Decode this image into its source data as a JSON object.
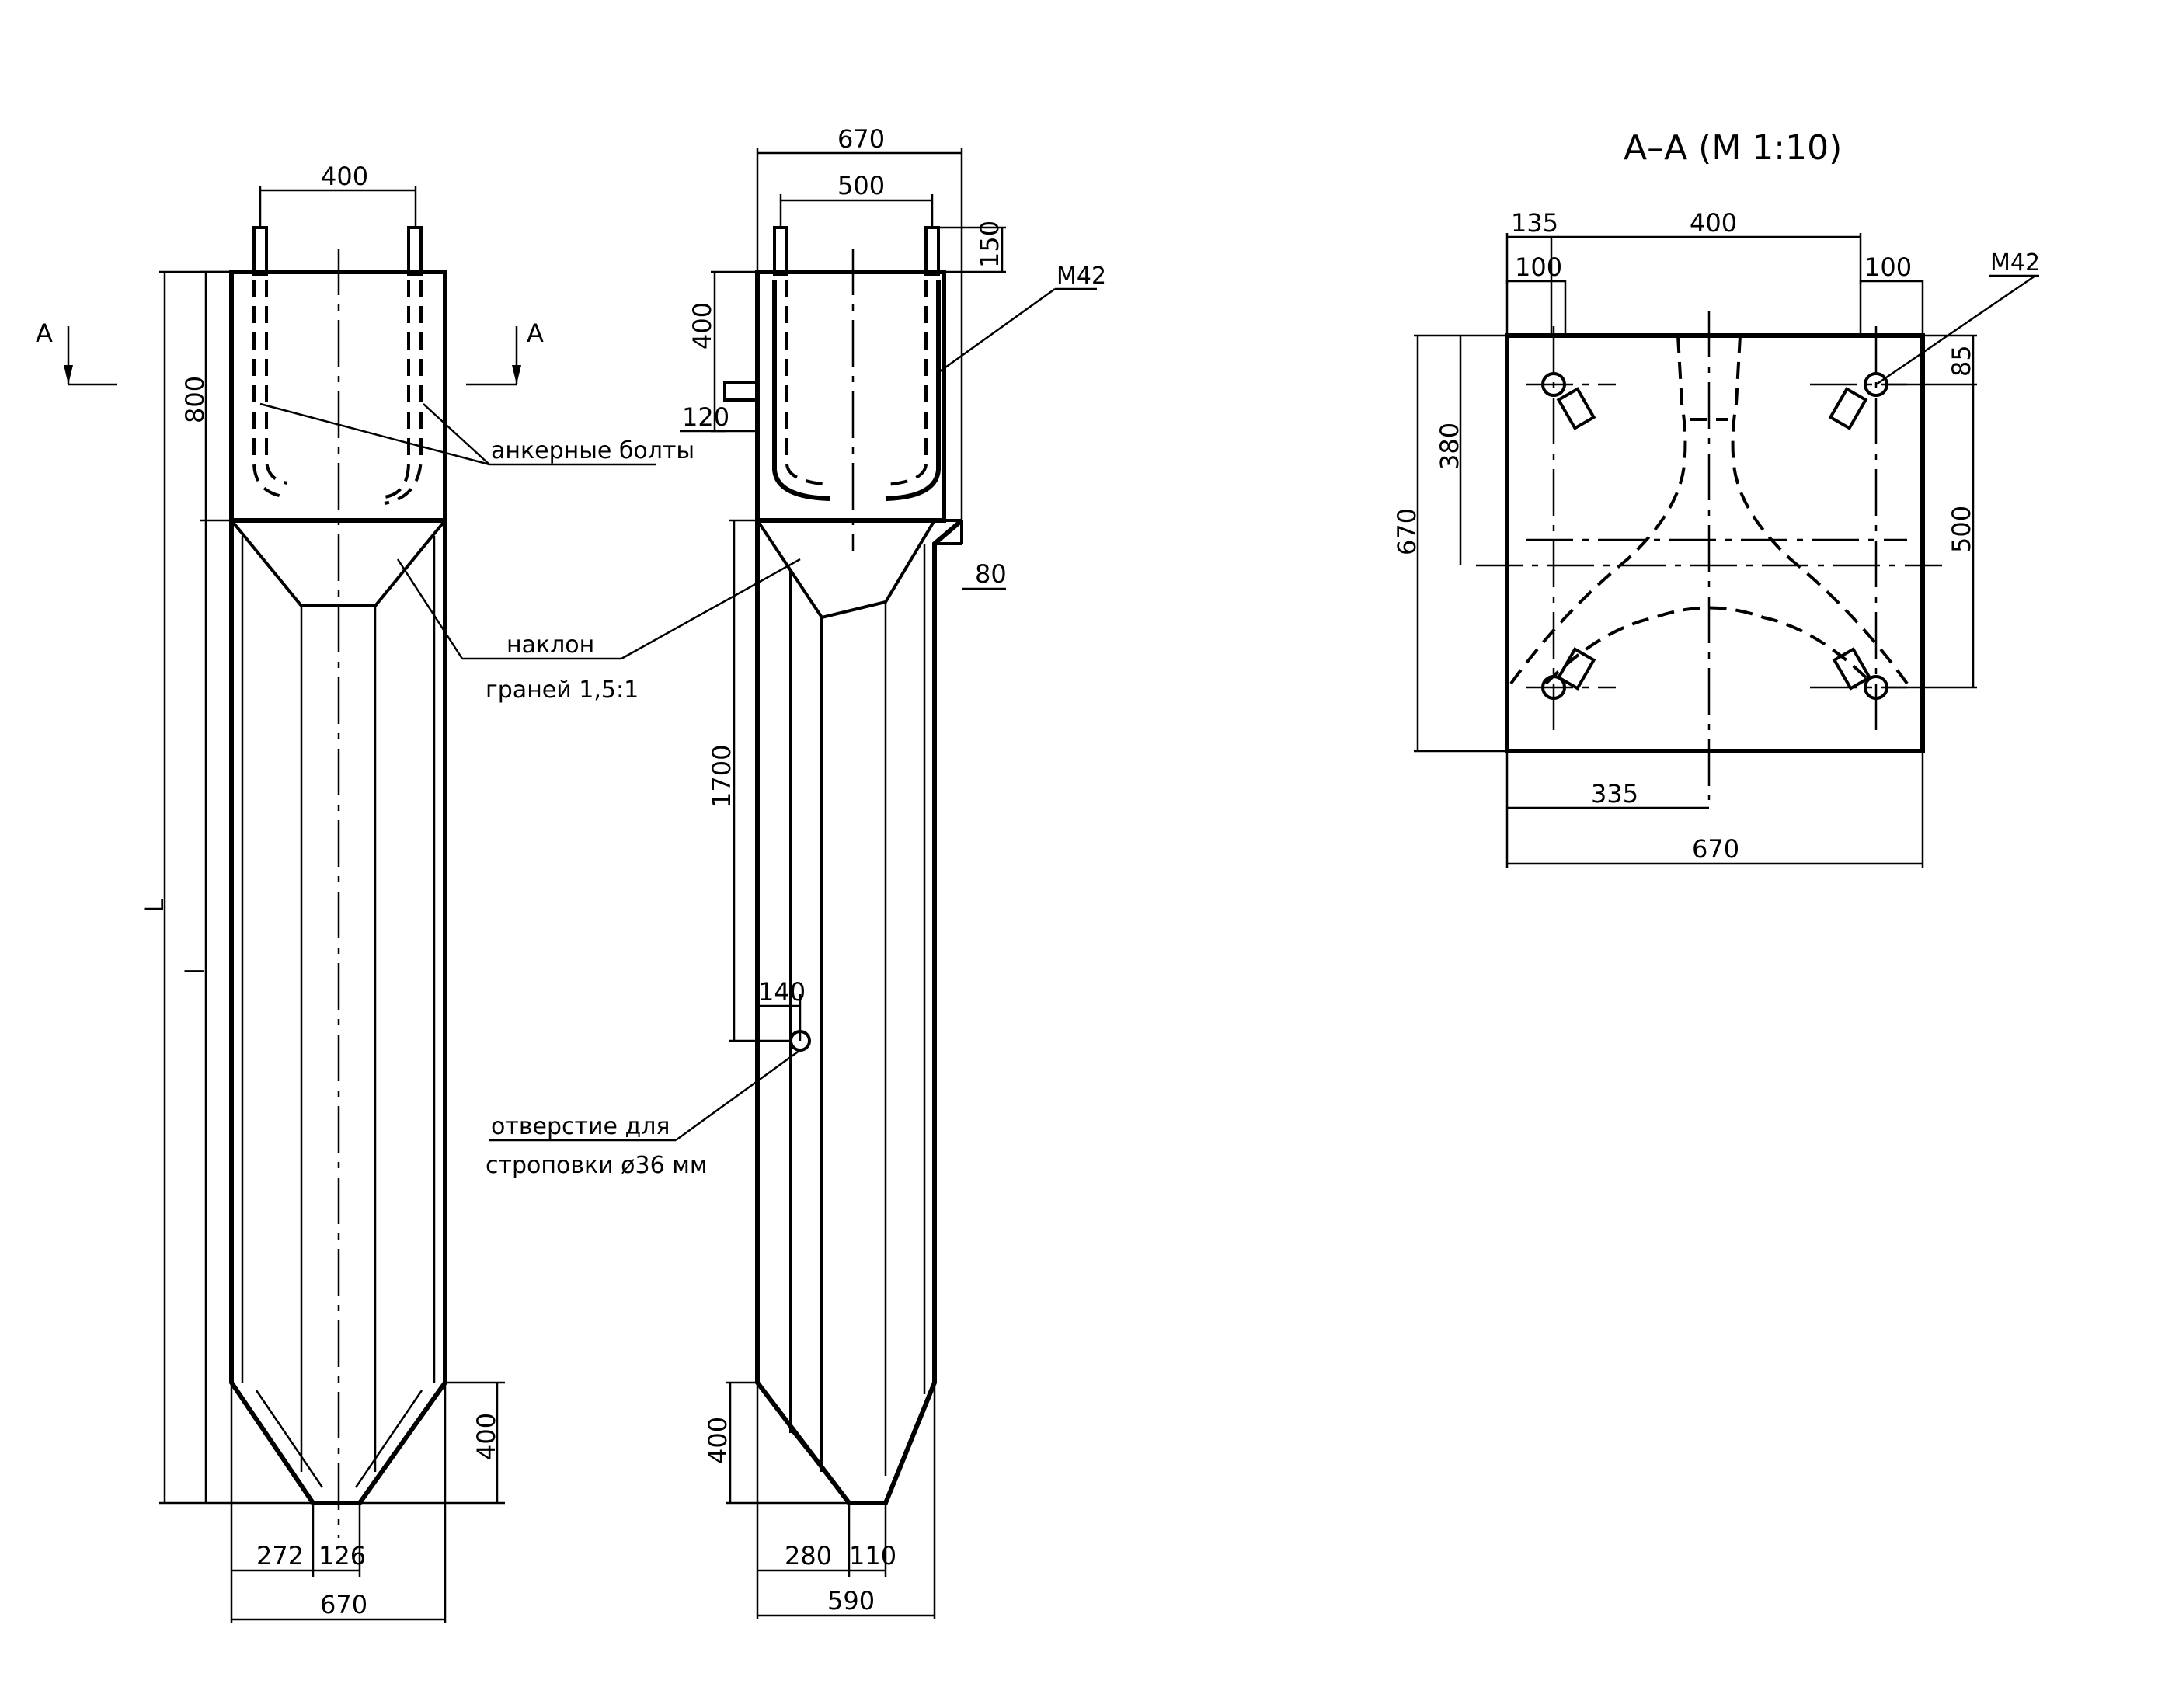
{
  "section_title": "А–А (М 1:10)",
  "section_marks": {
    "left": "А",
    "right": "А"
  },
  "annotations": {
    "anchor_bolts": "анкерные болты",
    "slope_line1": "наклон",
    "slope_line2": "граней 1,5:1",
    "hole_line1": "отверстие для",
    "hole_line2": "строповки ø36 мм",
    "bolt_thread_side": "М42",
    "bolt_thread_section": "М42"
  },
  "front_view": {
    "dim_bolt_spacing": "400",
    "dim_head_height": "800",
    "dim_total_length": "L",
    "dim_body_length": "l",
    "dim_tip_height": "400",
    "dim_tip_offset": "272",
    "dim_tip_width": "126",
    "dim_width": "670"
  },
  "side_view": {
    "dim_width_top": "670",
    "dim_bolt_spacing": "500",
    "dim_bolt_protrusion": "150",
    "dim_socket_height": "400",
    "dim_socket_offset": "120",
    "dim_step": "80",
    "dim_hole_height": "1700",
    "dim_hole_offset": "140",
    "dim_tip_height": "400",
    "dim_tip_offset": "280",
    "dim_tip_width": "110",
    "dim_width_bottom": "590"
  },
  "section_view": {
    "dim_edge": "135",
    "dim_bolt_spacing": "400",
    "dim_left_plate": "100",
    "dim_right_plate": "100",
    "dim_bolt_edge": "85",
    "dim_height": "670",
    "dim_upper": "380",
    "dim_bolt_vertical": "500",
    "dim_center": "335",
    "dim_width": "670"
  }
}
